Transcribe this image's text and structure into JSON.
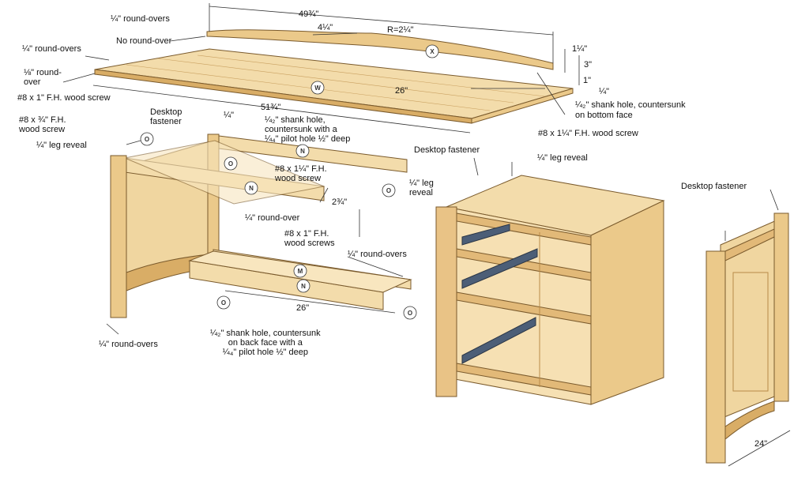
{
  "labels": {
    "quarter_roundovers_top": "¼\" round-overs",
    "dim_49": "49¾\"",
    "dim_4_quarter": "4¼\"",
    "radius": "R=2¼\"",
    "no_roundover": "No round-over",
    "dim_1_quarter": "1¼\"",
    "dim_3": "3\"",
    "quarter_roundovers_left": "¼\" round-overs",
    "eighth_roundover": "⅛\" round-\nover",
    "screw_8x1_fh": "#8 x 1\" F.H. wood screw",
    "dim_51": "51¾\"",
    "dim_26_top": "26\"",
    "shank_bottom_face": "¼₂\" shank hole, countersunk\non bottom face",
    "dim_1_right": "1\"",
    "dim_quarter_small": "¼\"",
    "screw_8x34_fh": "#8 x ¾\" F.H.\nwood screw",
    "desktop_fastener_1": "Desktop\nfastener",
    "dim_quarter_leg": "¼\"",
    "shank_pilot_top": "¼₂\" shank hole,\ncountersunk with a\n¼₄\" pilot hole ½\" deep",
    "screw_8x114_right": "#8 x 1¼\" F.H. wood screw",
    "leg_reveal_left": "¼\" leg reveal",
    "desktop_fastener_2": "Desktop fastener",
    "leg_reveal_cabinet": "¼\" leg reveal",
    "leg_reveal_half": "¼\" leg\nreveal",
    "screw_8x114_fh": "#8 x 1¼\" F.H.\nwood screw",
    "dim_2_three_quarter": "2¾\"",
    "desktop_fastener_3": "Desktop fastener",
    "quarter_roundover": "¼\" round-over",
    "screw_8x1_screws": "#8 x 1\" F.H.\nwood screws",
    "quarter_roundovers_mid": "¼\" round-overs",
    "dim_26_bottom": "26\"",
    "quarter_roundovers_bottom": "¼\" round-overs",
    "shank_back_face": "¼₂\" shank hole, countersunk\non back face with a\n¼₄\" pilot hole ½\" deep",
    "dim_24": "24\""
  },
  "bubbles": {
    "w": "W",
    "x": "X",
    "o1": "O",
    "o2": "O",
    "o3": "O",
    "o4": "O",
    "o5": "O",
    "n1": "N",
    "n2": "N",
    "n3": "N",
    "m": "M"
  },
  "colors": {
    "wood_light": "#f3dcab",
    "wood_mid": "#ebc98a",
    "wood_dark": "#d9ad66",
    "edge": "#7a5a2c",
    "metal": "#4c5e77",
    "line": "#333333"
  }
}
